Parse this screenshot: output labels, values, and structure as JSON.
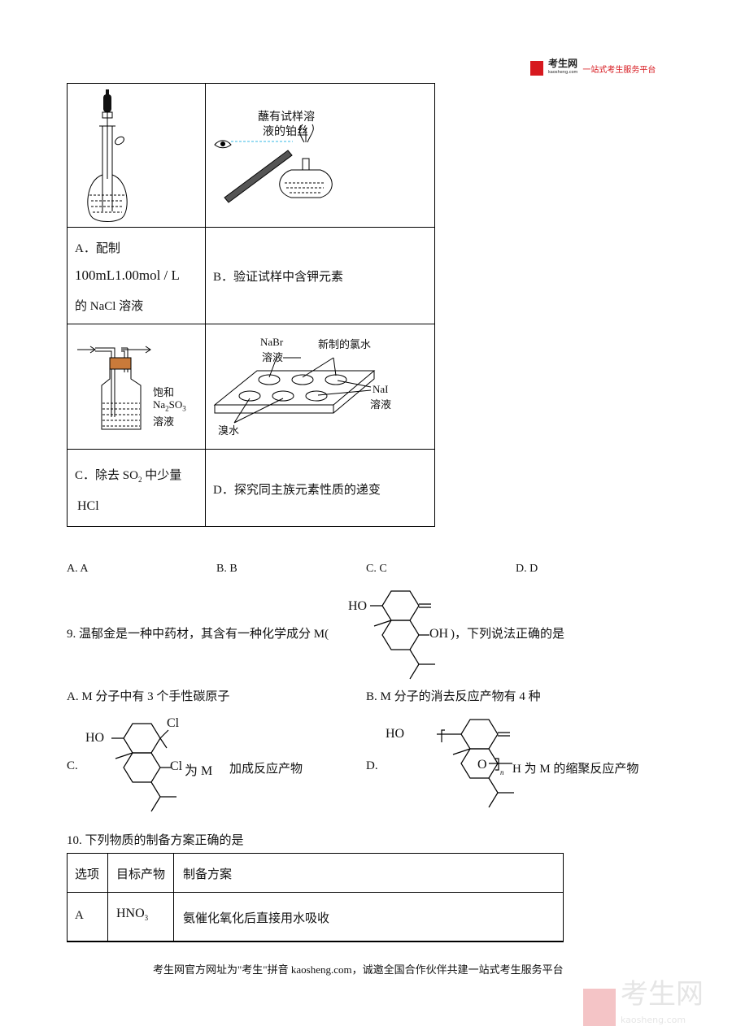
{
  "header": {
    "logo_name": "考生网",
    "logo_domain": "kaosheng.com",
    "slogan": "一站式考生服务平台"
  },
  "q8_table": {
    "cell_a_image_label": "",
    "cell_b_image_label_line1": "蘸有试样溶",
    "cell_b_image_label_line2": "液的铂丝",
    "a_line1": "A．配制",
    "a_line2": "100mL1.00mol / L",
    "a_line3": "的 NaCl 溶液",
    "b_text": "B．验证试样中含钾元素",
    "c_img_saturated": "饱和",
    "c_img_na2so3_prefix": "Na",
    "c_img_na2so3_sub1": "2",
    "c_img_na2so3_mid": "SO",
    "c_img_na2so3_sub2": "3",
    "c_img_solution": "溶液",
    "d_img_nabr": "NaBr",
    "d_img_nabr_sol": "溶液",
    "d_img_chlorine": "新制的氯水",
    "d_img_nai": "NaI",
    "d_img_nai_sol": "溶液",
    "d_img_bromine": "溴水",
    "c_line1_prefix": "C．除去 SO",
    "c_line1_sub": "2",
    "c_line1_suffix": " 中少量",
    "c_line2": "HCl",
    "d_text": "D．探究同主族元素性质的递变"
  },
  "q8_options": [
    "A. A",
    "B. B",
    "C. C",
    "D. D"
  ],
  "q9": {
    "stem_prefix": "9.  温郁金是一种中药材，其含有一种化学成分 M(",
    "stem_suffix": ")，下列说法正确的是",
    "ho": "HO",
    "oh": "OH",
    "option_a": "A. M 分子中有 3 个手性碳原子",
    "option_b": "B. M 分子的消去反应产物有 4 种",
    "option_c_label": "C.",
    "option_c_cl1": "Cl",
    "option_c_cl2": "Cl",
    "option_c_text1": "为 M",
    "option_c_text2": "加成反应产物",
    "option_d_label": "D.",
    "option_d_o": "O",
    "option_d_n": "n",
    "option_d_text": "H 为 M 的缩聚反应产物"
  },
  "q10": {
    "stem": "10.  下列物质的制备方案正确的是",
    "headers": [
      "选项",
      "目标产物",
      "制备方案"
    ],
    "rows": [
      {
        "option": "A",
        "product_prefix": "HNO",
        "product_sub": "3",
        "plan": "氨催化氧化后直接用水吸收"
      }
    ]
  },
  "footer": {
    "text": "考生网官方网址为\"考生\"拼音 kaosheng.com，诚邀全国合作伙伴共建一站式考生服务平台"
  },
  "watermark": {
    "name": "考生网",
    "domain": "kaosheng.com"
  }
}
